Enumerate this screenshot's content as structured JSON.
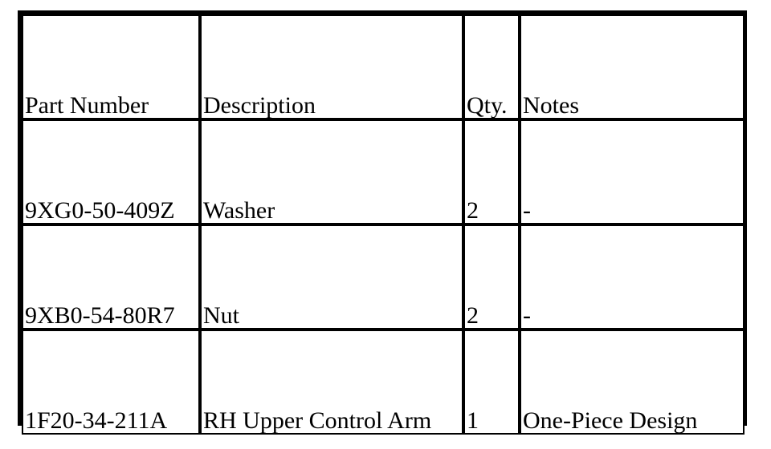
{
  "table": {
    "columns": [
      {
        "key": "part_number",
        "label": "Part Number"
      },
      {
        "key": "description",
        "label": "Description"
      },
      {
        "key": "qty",
        "label": "Qty."
      },
      {
        "key": "notes",
        "label": "Notes"
      }
    ],
    "rows": [
      {
        "part_number": "9XG0-50-409Z",
        "description": "Washer",
        "qty": "2",
        "notes": "-"
      },
      {
        "part_number": "9XB0-54-80R7",
        "description": "Nut",
        "qty": "2",
        "notes": "-"
      },
      {
        "part_number": "1F20-34-211A",
        "description": "RH Upper Control Arm",
        "qty": "1",
        "notes": "One-Piece Design"
      }
    ]
  },
  "colors": {
    "border": "#000000",
    "text": "#000000",
    "background": "#ffffff"
  }
}
